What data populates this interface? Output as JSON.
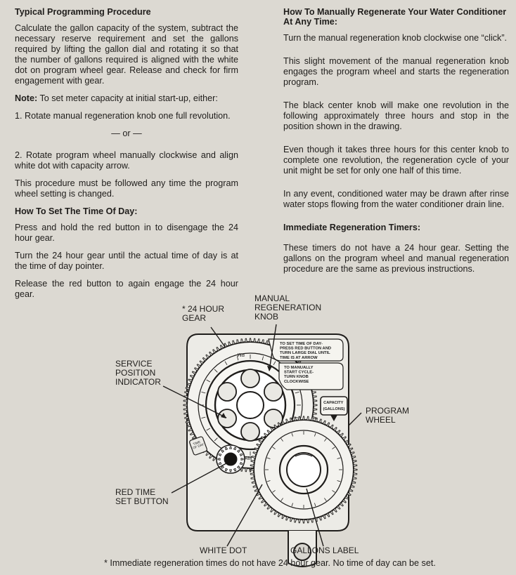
{
  "left_column": {
    "heading1": "Typical Programming Procedure",
    "para1": "Calculate the gallon capacity of the system, subtract the necessary reserve requirement and set the gallons required by lifting the gallon dial and rotating it so that the number of gallons required is aligned with the white dot on program wheel gear. Release and check for firm engagement with gear.",
    "note_label": "Note:",
    "note_text": " To set meter capacity at initial start-up, either:",
    "item1": "1.  Rotate manual regeneration knob one full revolution.",
    "or_text": "— or —",
    "item2": "2.  Rotate program wheel manually clockwise and align white dot with capacity arrow.",
    "para2": "This procedure must be followed any time the program wheel setting is changed.",
    "heading2": "How To Set The Time Of Day:",
    "para3": "Press and hold the red button in to disengage the 24 hour gear.",
    "para4": "Turn the 24 hour gear until the actual time of day is at the time of day pointer.",
    "para5": "Release the red button to again engage the 24 hour gear."
  },
  "right_column": {
    "heading1": "How To Manually Regenerate Your Water Conditioner At Any Time:",
    "para1": "Turn the manual regeneration knob clockwise one “click”.",
    "para2": "This slight movement of the manual regeneration knob engages the program wheel and starts the regeneration program.",
    "para3": "The black center knob will make one revolution in the following approximately three hours and stop in the position shown in the drawing.",
    "para4": "Even though it takes three hours for this center knob to complete one revolution, the regeneration cycle of your unit might be set for only one half of this time.",
    "para5": "In any event, conditioned water may be drawn after rinse water stops flowing from the water conditioner drain line.",
    "heading2": "Immediate Regeneration Timers:",
    "para6": "These timers do not have a 24 hour gear. Setting the gallons on the program wheel and manual regeneration procedure are the same as previous instructions."
  },
  "figure": {
    "label_gear": "* 24 HOUR\nGEAR",
    "label_manual": "MANUAL\nREGENERATION\nKNOB",
    "label_service": "SERVICE\nPOSITION\nINDICATOR",
    "label_program": "PROGRAM\nWHEEL",
    "label_red": "RED TIME\nSET BUTTON",
    "label_white": "WHITE DOT",
    "label_gallons": "GALLONS LABEL",
    "plate_time": "TO SET TIME OF DAY-\nPRESS RED BUTTON AND\nTURN LARGE DIAL UNTIL\nTIME IS AT ARROW",
    "plate_manual": "TO MANUALLY\nSTART CYCLE-\nTURN KNOB\nCLOCKWISE",
    "plate_capacity": "CAPACITY\n(GALLONS)",
    "plate_timeofday": "TIME\nOF DAY",
    "am_label": "AM",
    "pm_label": "PM"
  },
  "footnote": "* Immediate regeneration times do not have 24 hour gear. No time of day can be set."
}
